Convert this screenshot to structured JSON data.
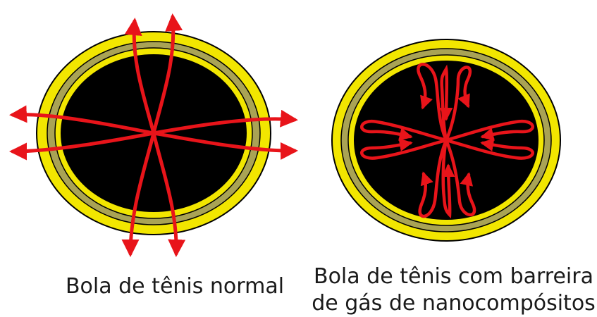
{
  "panels": [
    {
      "id": "normal",
      "caption": "Bola de tênis normal",
      "arrow_direction": "outward",
      "arrows_escape_ball": true
    },
    {
      "id": "nanocomposite",
      "caption_lines": [
        "Bola de tênis com barreira",
        "de gás de nanocompósitos"
      ],
      "arrow_direction": "outward-then-reflected",
      "arrows_escape_ball": false
    }
  ],
  "colors": {
    "outer_ring": "#f2e600",
    "middle_ring": "#a9a355",
    "inner_ring": "#f2e600",
    "core": "#000000",
    "arrows": "#e8141a",
    "outline": "#000000"
  }
}
